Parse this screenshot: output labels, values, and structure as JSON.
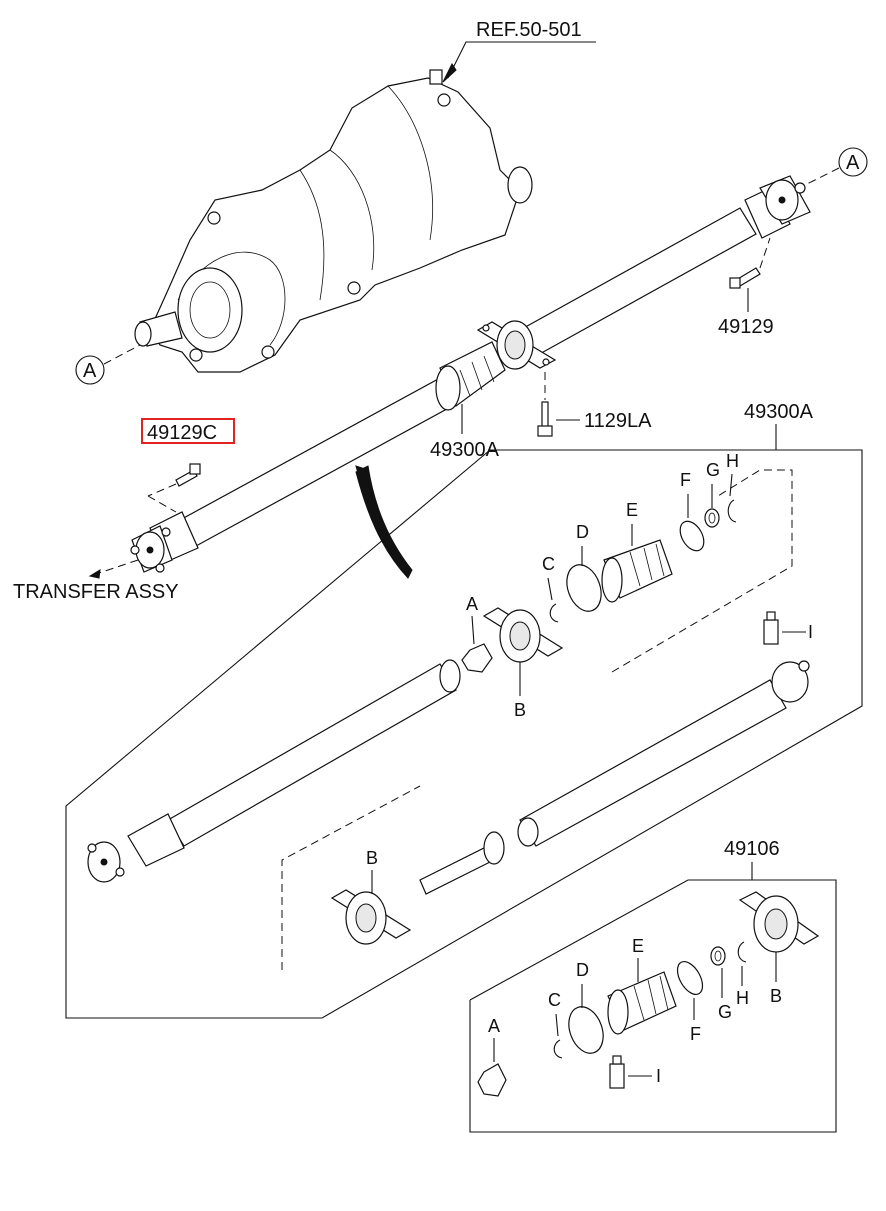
{
  "labels": {
    "ref": "REF.50-501",
    "transfer": "TRANSFER ASSY",
    "part_49129c": "49129C",
    "part_49129": "49129",
    "part_1129la": "1129LA",
    "part_49300a_shaft": "49300A",
    "part_49300a_group": "49300A",
    "part_49106_group": "49106",
    "ref_a_left": "A",
    "ref_a_right": "A"
  },
  "group_49300a": {
    "A": "A",
    "B1": "B",
    "B2": "B",
    "C": "C",
    "D": "D",
    "E": "E",
    "F": "F",
    "G": "G",
    "H": "H",
    "I": "I"
  },
  "group_49106": {
    "A": "A",
    "B": "B",
    "C": "C",
    "D": "D",
    "E": "E",
    "F": "F",
    "G": "G",
    "H": "H",
    "I": "I"
  },
  "colors": {
    "highlight": "#e32222",
    "line": "#111111"
  }
}
